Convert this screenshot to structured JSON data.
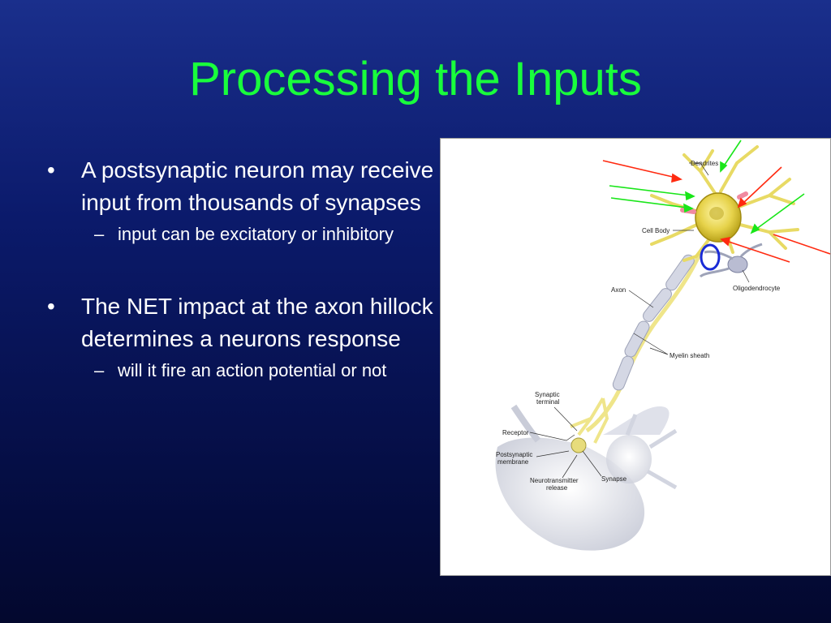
{
  "slide": {
    "title": "Processing the Inputs",
    "bullets": [
      {
        "text": "A postsynaptic neuron may receive input from thousands of synapses",
        "sub": "input can be excitatory or inhibitory"
      },
      {
        "text": "The NET impact at the axon hillock determines a neurons response",
        "sub": "will it fire an action potential or not"
      }
    ]
  },
  "figure": {
    "labels": {
      "dendrites": "Dendrites",
      "cell_body": "Cell Body",
      "oligodendrocyte": "Oligodendrocyte",
      "axon": "Axon",
      "myelin_sheath": "Myelin sheath",
      "synaptic_terminal_1": "Synaptic",
      "synaptic_terminal_2": "terminal",
      "receptor": "Receptor",
      "postsynaptic_1": "Postsynaptic",
      "postsynaptic_2": "membrane",
      "neurotransmitter_1": "Neurotransmitter",
      "neurotransmitter_2": "release",
      "synapse": "Synapse"
    },
    "colors": {
      "excitatory_arrow": "#19e619",
      "inhibitory_arrow": "#ff2a10",
      "hillock_marker": "#1a2bd6"
    }
  }
}
